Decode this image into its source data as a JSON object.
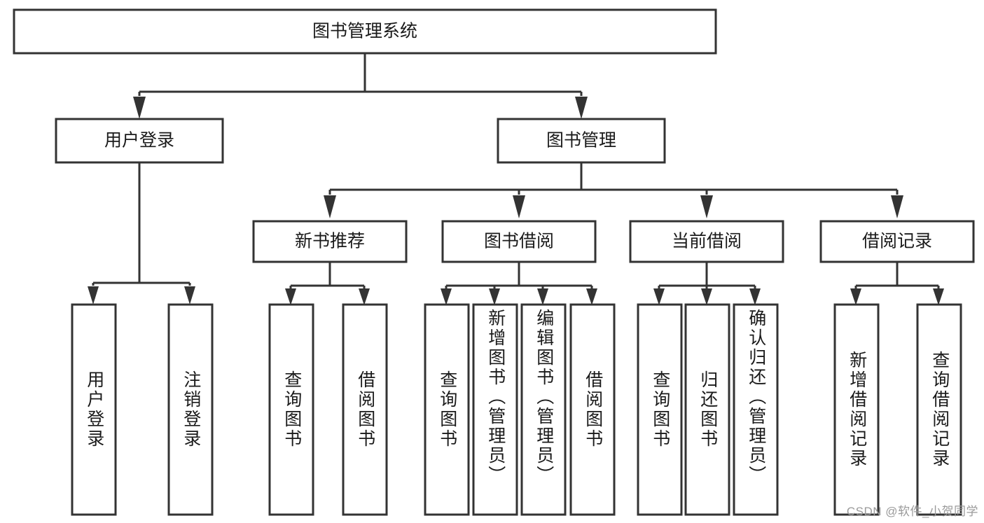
{
  "diagram": {
    "title": "图书管理系统",
    "watermark": "CSDN @软件_小贺同学",
    "root": {
      "id": "root",
      "label": "图书管理系统"
    },
    "level2": [
      {
        "id": "user-login",
        "label": "用户登录"
      },
      {
        "id": "book-manage",
        "label": "图书管理"
      }
    ],
    "level3": [
      {
        "id": "new-book-rec",
        "label": "新书推荐",
        "parent": "book-manage"
      },
      {
        "id": "book-borrow",
        "label": "图书借阅",
        "parent": "book-manage"
      },
      {
        "id": "current-borrow",
        "label": "当前借阅",
        "parent": "book-manage"
      },
      {
        "id": "borrow-record",
        "label": "借阅记录",
        "parent": "book-manage"
      }
    ],
    "leaves": [
      {
        "id": "leaf-user-login",
        "label": "用户登录",
        "parent": "user-login"
      },
      {
        "id": "leaf-logout",
        "label": "注销登录",
        "parent": "user-login"
      },
      {
        "id": "leaf-query-book-1",
        "label": "查询图书",
        "parent": "new-book-rec"
      },
      {
        "id": "leaf-borrow-book-1",
        "label": "借阅图书",
        "parent": "new-book-rec"
      },
      {
        "id": "leaf-query-book-2",
        "label": "查询图书",
        "parent": "book-borrow"
      },
      {
        "id": "leaf-add-book",
        "label": "新增图书（管理员）",
        "parent": "book-borrow"
      },
      {
        "id": "leaf-edit-book",
        "label": "编辑图书（管理员）",
        "parent": "book-borrow"
      },
      {
        "id": "leaf-borrow-book-2",
        "label": "借阅图书",
        "parent": "book-borrow"
      },
      {
        "id": "leaf-query-book-3",
        "label": "查询图书",
        "parent": "current-borrow"
      },
      {
        "id": "leaf-return-book",
        "label": "归还图书",
        "parent": "current-borrow"
      },
      {
        "id": "leaf-confirm-return",
        "label": "确认归还（管理员）",
        "parent": "current-borrow"
      },
      {
        "id": "leaf-add-record",
        "label": "新增借阅记录",
        "parent": "borrow-record"
      },
      {
        "id": "leaf-query-record",
        "label": "查询借阅记录",
        "parent": "borrow-record"
      }
    ],
    "colors": {
      "stroke": "#333333",
      "fill": "#ffffff",
      "text": "#1a1a1a",
      "watermark": "#9a9a9a"
    }
  }
}
